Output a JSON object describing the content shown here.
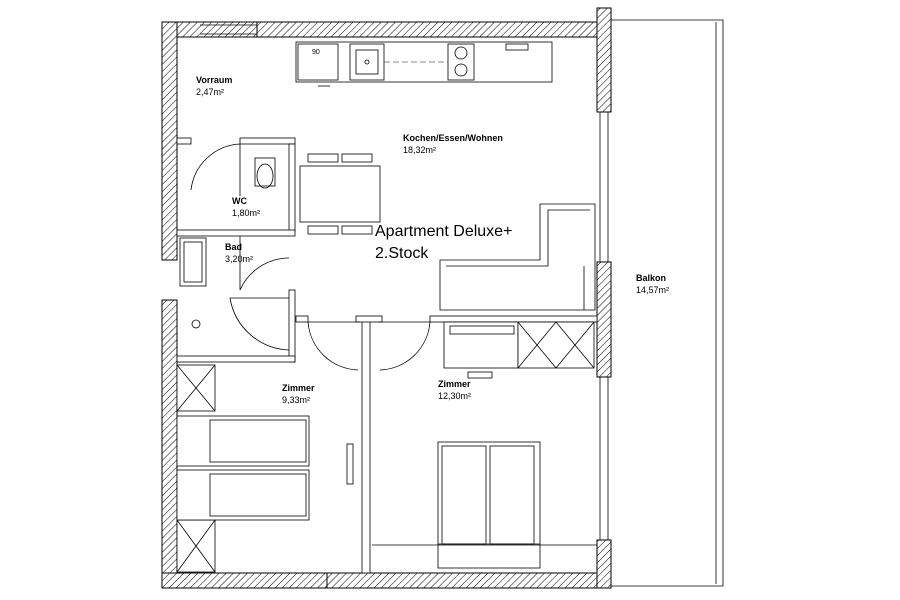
{
  "plan": {
    "title_line1": "Apartment Deluxe+",
    "title_line2": "2.Stock",
    "rooms": [
      {
        "name": "Vorraum",
        "area": "2,47m²"
      },
      {
        "name": "Kochen/Essen/Wohnen",
        "area": "18,32m²"
      },
      {
        "name": "WC",
        "area": "1,80m²"
      },
      {
        "name": "Bad",
        "area": "3,20m²"
      },
      {
        "name": "Zimmer",
        "area": "9,33m²"
      },
      {
        "name": "Zimmer",
        "area": "12,30m²"
      },
      {
        "name": "Balkon",
        "area": "14,57m²"
      }
    ],
    "colors": {
      "wall": "#000000",
      "background": "#ffffff",
      "fixture": "#666666"
    }
  }
}
